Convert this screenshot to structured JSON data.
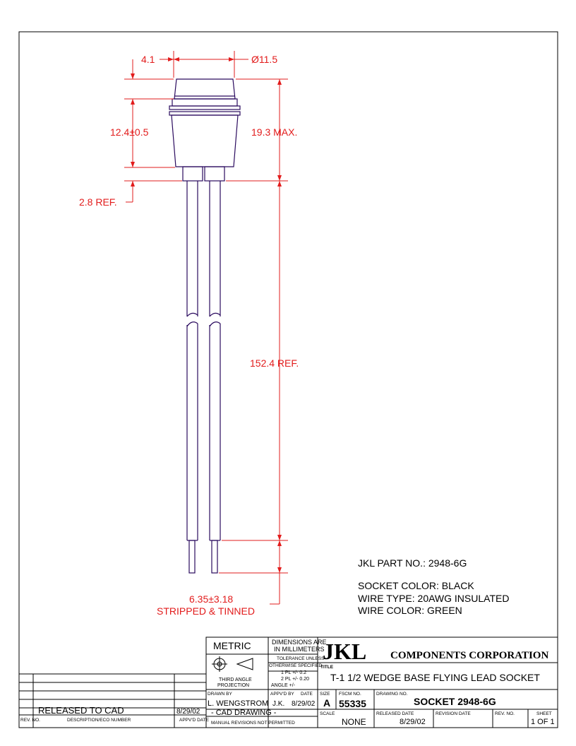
{
  "drawing": {
    "dim_width_top": "4.1",
    "dim_diameter": "Ø11.5",
    "dim_body_height": "12.4±0.5",
    "dim_max_height": "19.3 MAX.",
    "dim_base_ref": "2.8 REF.",
    "dim_lead_length": "152.4 REF.",
    "dim_strip_length": "6.35±3.18",
    "dim_strip_note": "STRIPPED & TINNED"
  },
  "notes": {
    "part_no": "JKL PART NO.:  2948-6G",
    "socket_color": "SOCKET COLOR:  BLACK",
    "wire_type": "WIRE TYPE:  20AWG INSULATED",
    "wire_color": "WIRE COLOR:   GREEN"
  },
  "title_block": {
    "metric": "METRIC",
    "dimensions_line1": "DIMENSIONS ARE",
    "dimensions_line2": "IN MILLIMETERS",
    "tolerance_line1": "TOLERANCE UNLESS",
    "tolerance_line2": "OTHERWISE SPECIFIED",
    "tol_1pl": "1 PL +/-   0.2",
    "tol_2pl": "2 PL +/-   0.20",
    "tol_angle": "ANGLE +/-",
    "projection_line1": "THIRD ANGLE",
    "projection_line2": "PROJECTION",
    "company_logo": "JKL",
    "company_name": "COMPONENTS CORPORATION",
    "title_label": "TITLE",
    "title": "T-1 1/2 WEDGE BASE FLYING LEAD SOCKET",
    "drawn_by_label": "DRAWN BY",
    "drawn_by": "L. WENGSTROM",
    "apprvd_by_label": "APPV'D BY",
    "apprvd_by": "J.K.",
    "date_label": "DATE",
    "date": "8/29/02",
    "size_label": "SIZE",
    "size": "A",
    "fscm_label": "FSCM NO.",
    "fscm": "55335",
    "drawing_no_label": "DRAWING NO.",
    "drawing_no": "SOCKET 2948-6G",
    "cad_drawing": "- CAD DRAWING -",
    "manual_revisions": "MANUAL REVISIONS NOT PERMITTED",
    "scale_label": "SCALE",
    "scale": "NONE",
    "released_label": "RELEASED DATE",
    "released_date": "8/29/02",
    "revision_date_label": "REVISION DATE",
    "rev_label": "REV. NO.",
    "sheet_label": "SHEET",
    "sheet": "1 OF 1"
  },
  "revision_block": {
    "released_entry": "RELEASED TO CAD",
    "released_entry_date": "8/29/02",
    "col_rev": "REV. NO.",
    "col_description": "DESCRIPTION/ECO NUMBER",
    "col_apprvd": "APPV'D DATE"
  },
  "colors": {
    "dimension": "#e21c1c",
    "outline": "#2a0a5e",
    "text": "#000000"
  }
}
